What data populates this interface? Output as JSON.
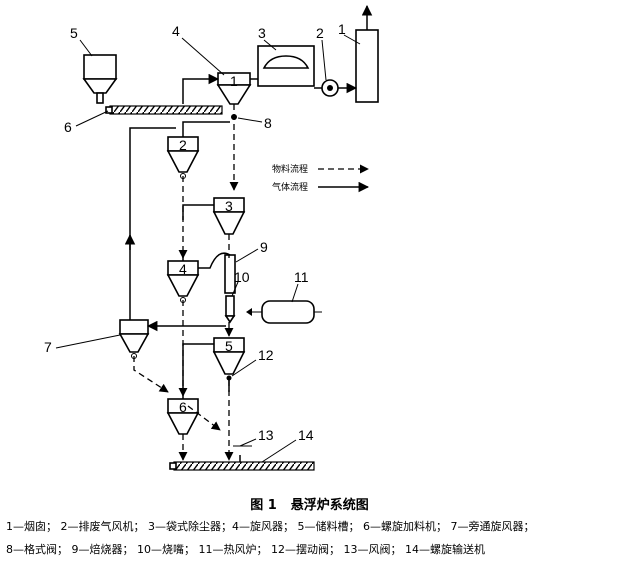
{
  "labels": {
    "n1": "1",
    "n2": "2",
    "n3": "3",
    "n4": "4",
    "n5": "5",
    "n6": "6",
    "n7": "7",
    "n8": "8",
    "n9": "9",
    "n10": "10",
    "n11": "11",
    "n12": "12",
    "n13": "13",
    "n14": "14",
    "c1": "1",
    "c2": "2",
    "c3": "3",
    "c4": "4",
    "c5": "5",
    "c6": "6"
  },
  "flow_legend": {
    "material": "物料流程",
    "gas": "气体流程"
  },
  "caption": {
    "figure_no": "图 1",
    "title": "悬浮炉系统图"
  },
  "legend": {
    "line1": "1—烟囱； 2—排废气风机； 3—袋式除尘器；4—旋风器； 5—储料槽； 6—螺旋加料机； 7—旁通旋风器；",
    "line2": "8—格式阀； 9—焙烧器； 10—烧嘴； 11—热风炉； 12—摆动阀； 13—风阀； 14—螺旋输送机"
  }
}
